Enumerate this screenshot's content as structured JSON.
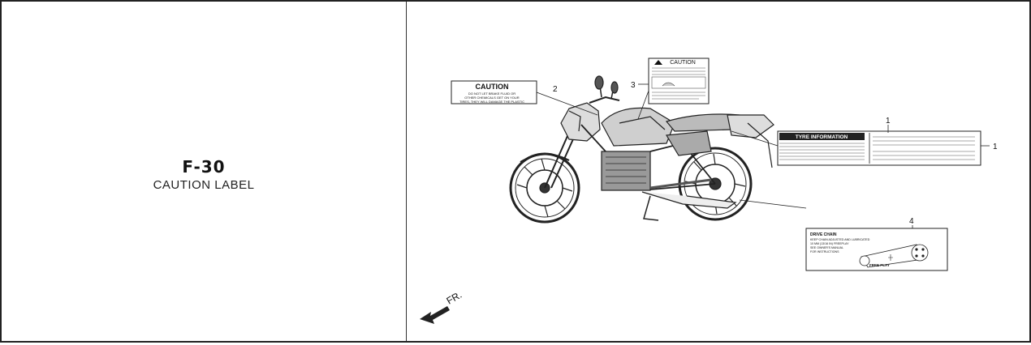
{
  "page": {
    "code": "F-30",
    "title": "CAUTION LABEL"
  },
  "diagram": {
    "callouts": [
      "1",
      "1",
      "2",
      "3",
      "4"
    ],
    "front_label": "FR.",
    "labels": {
      "caution_fluid": {
        "heading": "CAUTION",
        "lines": [
          "DO NOT LET BRAKE FLUID OR",
          "OTHER CHEMICALS GET ON YOUR",
          "TIRES, THEY WILL DAMAGE THE PLASTIC"
        ]
      },
      "caution_main": {
        "heading": "CAUTION"
      },
      "tyre_info": {
        "heading": "TYRE INFORMATION"
      },
      "drive_chain": {
        "heading": "DRIVE CHAIN",
        "lines": [
          "KEEP CHAIN ADJUSTED AND LUBRICATED",
          "10 MM (13/16 IN) FREEPLAY",
          "SEE OWNER'S MANUAL",
          "FOR INSTRUCTIONS"
        ],
        "freeplay": "FREE PLAY"
      }
    }
  }
}
